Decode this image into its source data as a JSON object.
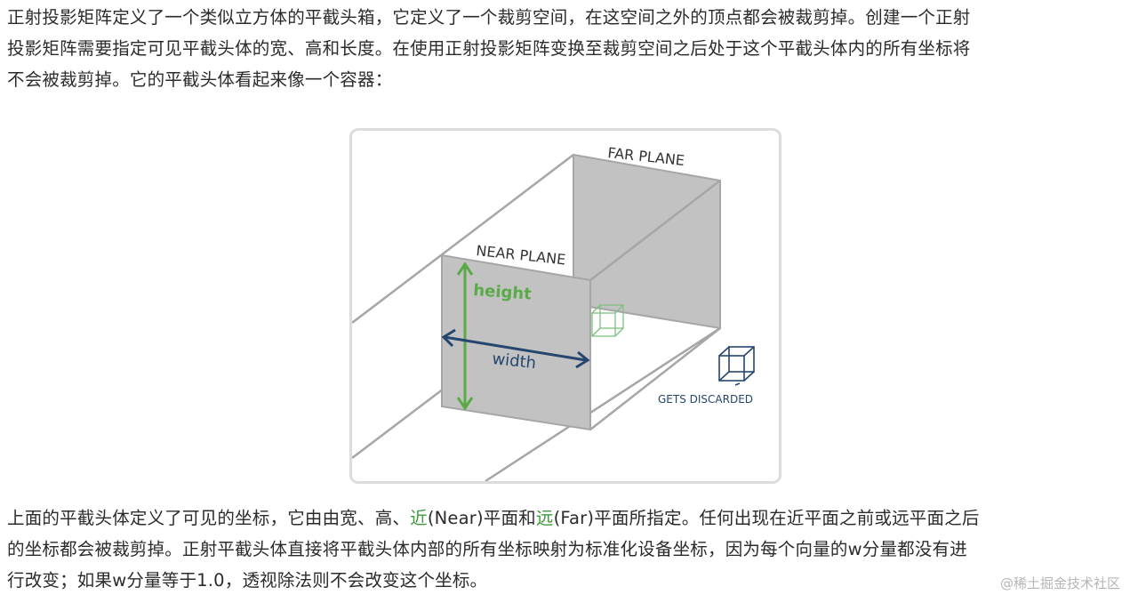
{
  "intro": {
    "l1": "正射投影矩阵定义了一个类似立方体的平截头箱，它定义了一个裁剪空间，在这空间之外的顶点都会被裁剪掉。创建一个正射",
    "l2": "投影矩阵需要指定可见平截头体的宽、高和长度。在使用正射投影矩阵变换至裁剪空间之后处于这个平截头体内的所有坐标将",
    "l3": "不会被裁剪掉。它的平截头体看起来像一个容器："
  },
  "diagram": {
    "far_plane": "FAR PLANE",
    "near_plane": "NEAR PLANE",
    "height": "height",
    "width": "width",
    "gets_discarded": "GETS DISCARDED",
    "colors": {
      "plane": "#c2c2c2",
      "edge": "#a6a6a6",
      "green": "#5aaa48",
      "blue": "#25466e"
    }
  },
  "body": {
    "l1_a": "上面的平截头体定义了可见的坐标，它由由宽、高、",
    "l1_near": "近",
    "l1_b": "(Near)平面和",
    "l1_far": "远",
    "l1_c": "(Far)平面所指定。任何出现在近平面之前或远平面之后",
    "l2": "的坐标都会被裁剪掉。正射平截头体直接将平截头体内部的所有坐标映射为标准化设备坐标，因为每个向量的w分量都没有进",
    "l3": "行改变；如果w分量等于1.0，透视除法则不会改变这个坐标。"
  },
  "watermark": "@稀土掘金技术社区"
}
